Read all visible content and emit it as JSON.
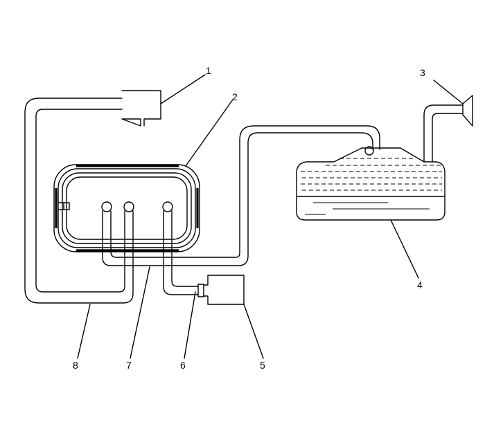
{
  "callouts": [
    {
      "id": "1",
      "label": "1"
    },
    {
      "id": "2",
      "label": "2"
    },
    {
      "id": "3",
      "label": "3"
    },
    {
      "id": "4",
      "label": "4"
    },
    {
      "id": "5",
      "label": "5"
    },
    {
      "id": "6",
      "label": "6"
    },
    {
      "id": "7",
      "label": "7"
    },
    {
      "id": "8",
      "label": "8"
    }
  ],
  "colors": {
    "stroke": "#000000",
    "background": "#ffffff"
  }
}
